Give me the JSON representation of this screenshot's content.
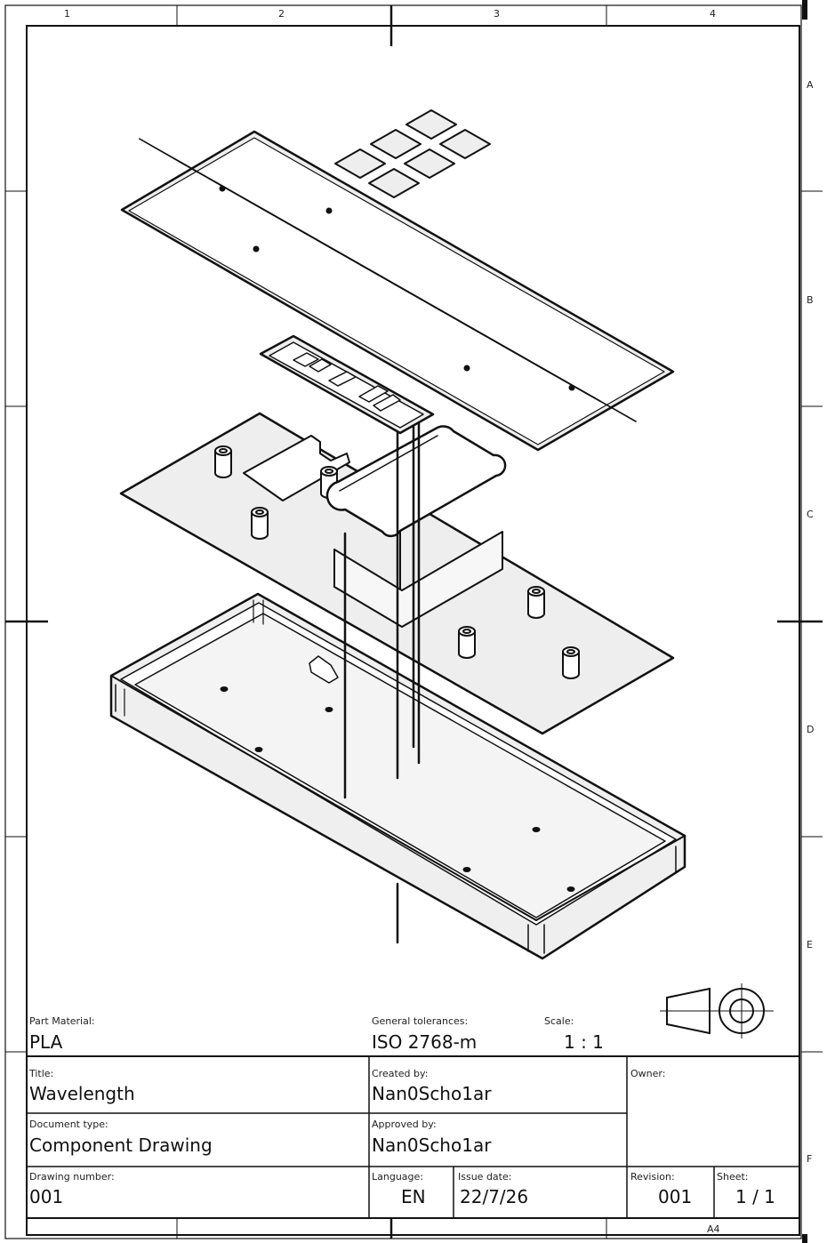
{
  "zones": {
    "columns": [
      "1",
      "2",
      "3",
      "4"
    ],
    "rows": [
      "A",
      "B",
      "C",
      "D",
      "E",
      "F"
    ],
    "sheet_size": "A4"
  },
  "notes": {
    "part_material_label": "Part Material:",
    "part_material": "PLA",
    "tolerances_label": "General tolerances:",
    "tolerances": "ISO 2768-m",
    "scale_label": "Scale:",
    "scale": "1 : 1"
  },
  "title_block": {
    "title_label": "Title:",
    "title": "Wavelength",
    "doc_type_label": "Document type:",
    "doc_type": "Component Drawing",
    "drawing_number_label": "Drawing number:",
    "drawing_number": "001",
    "created_by_label": "Created by:",
    "created_by": "Nan0Scho1ar",
    "approved_by_label": "Approved by:",
    "approved_by": "Nan0Scho1ar",
    "language_label": "Language:",
    "language": "EN",
    "issue_date_label": "Issue date:",
    "issue_date": "22/7/26",
    "owner_label": "Owner:",
    "revision_label": "Revision:",
    "revision": "001",
    "sheet_label": "Sheet:",
    "sheet": "1 / 1"
  },
  "colors": {
    "line": "#111111",
    "part_fill": "#eeeeee",
    "paper": "#ffffff"
  }
}
